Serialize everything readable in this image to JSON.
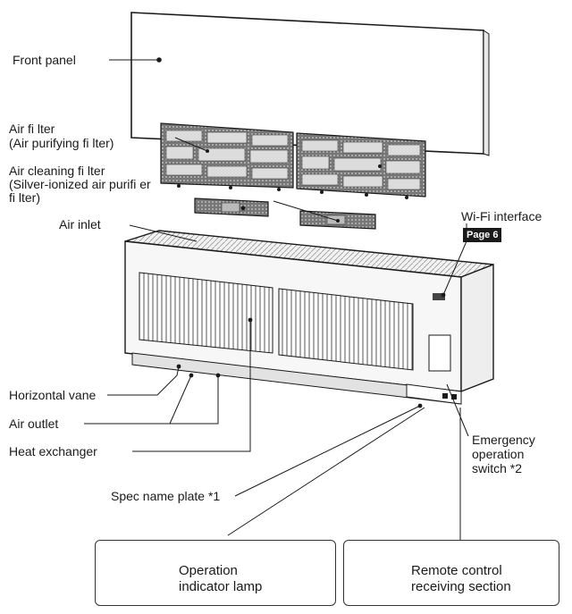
{
  "labels": {
    "front_panel": "Front panel",
    "air_filter": "Air fi lter\n(Air purifying fi lter)",
    "air_cleaning_filter": "Air cleaning fi lter\n(Silver-ionized air purifi er\nfi lter)",
    "air_inlet": "Air inlet",
    "wifi_interface": "Wi-Fi interface",
    "wifi_page_ref": "Page 6",
    "horizontal_vane": "Horizontal vane",
    "air_outlet": "Air outlet",
    "heat_exchanger": "Heat exchanger",
    "emergency_switch": "Emergency\noperation\nswitch *2",
    "spec_name_plate": "Spec name plate *1",
    "operation_indicator_lamp": "Operation\nindicator lamp",
    "remote_control_receiving": "Remote control\nreceiving section"
  },
  "colors": {
    "line": "#1a1a1a",
    "grey": "#888888",
    "light": "#dddddd"
  }
}
